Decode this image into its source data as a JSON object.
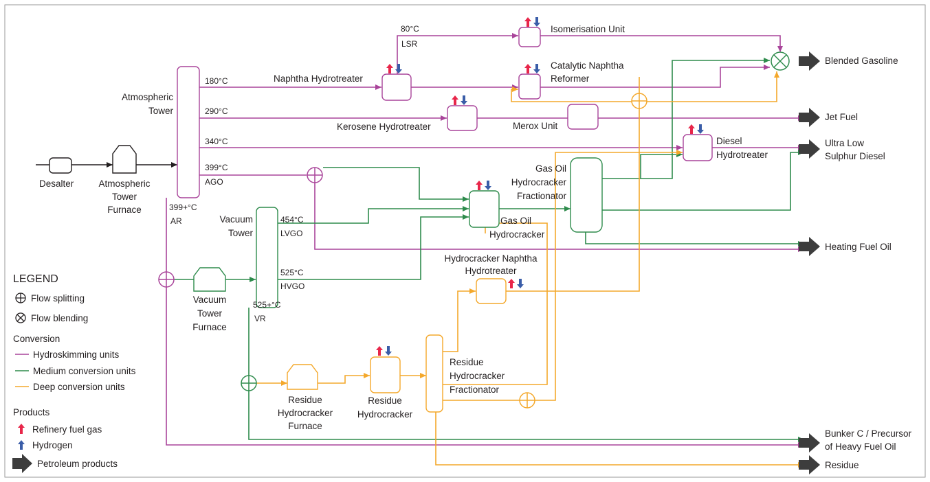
{
  "colors": {
    "hydroskimming": "#a9449a",
    "medium": "#2e8b4c",
    "deep": "#f4a82b",
    "product_arrow": "#3d3d3d",
    "fuel_gas": "#e8264a",
    "hydrogen": "#3a5da8",
    "frame": "#9a9a9a",
    "unit_stroke": "#231f20"
  },
  "units": {
    "desalter": "Desalter",
    "atm_furnace": [
      "Atmospheric",
      "Tower",
      "Furnace"
    ],
    "atm_tower": [
      "Atmospheric",
      "Tower"
    ],
    "naphtha_hydrotreater": "Naphtha Hydrotreater",
    "isomerisation": "Isomerisation Unit",
    "cat_reformer": [
      "Catalytic Naphtha",
      "Reformer"
    ],
    "kerosene_hydrotreater": "Kerosene Hydrotreater",
    "merox": "Merox Unit",
    "diesel_hydrotreater": [
      "Diesel",
      "Hydrotreater"
    ],
    "gas_oil_fractionator": [
      "Gas Oil",
      "Hydrocracker",
      "Fractionator"
    ],
    "gas_oil_hydrocracker": [
      "Gas Oil",
      "Hydrocracker"
    ],
    "vacuum_tower": [
      "Vacuum",
      "Tower"
    ],
    "vacuum_furnace": [
      "Vacuum",
      "Tower",
      "Furnace"
    ],
    "hc_naphtha_hydrotreater": [
      "Hydrocracker Naphtha",
      "Hydrotreater"
    ],
    "residue_fractionator": [
      "Residue",
      "Hydrocracker",
      "Fractionator"
    ],
    "residue_furnace": [
      "Residue",
      "Hydrocracker",
      "Furnace"
    ],
    "residue_hydrocracker": [
      "Residue",
      "Hydrocracker"
    ]
  },
  "streams": {
    "lsr_temp": "80°C",
    "lsr": "LSR",
    "s180": "180°C",
    "s290": "290°C",
    "s340": "340°C",
    "s399": "399°C",
    "ago": "AGO",
    "ar_temp": "399+°C",
    "ar": "AR",
    "lvgo_temp": "454°C",
    "lvgo": "LVGO",
    "hvgo_temp": "525°C",
    "hvgo": "HVGO",
    "vr_temp": "525+°C",
    "vr": "VR"
  },
  "products": {
    "blended_gasoline": "Blended Gasoline",
    "jet_fuel": "Jet Fuel",
    "ulsd": [
      "Ultra Low",
      "Sulphur Diesel"
    ],
    "heating_fuel_oil": "Heating Fuel Oil",
    "bunker": [
      "Bunker C / Precursor",
      "of Heavy Fuel Oil"
    ],
    "residue": "Residue"
  },
  "legend": {
    "title": "LEGEND",
    "flow_splitting": "Flow splitting",
    "flow_blending": "Flow blending",
    "conversion_title": "Conversion",
    "hydroskimming": "Hydroskimming units",
    "medium": "Medium conversion units",
    "deep": "Deep conversion units",
    "products_title": "Products",
    "fuel_gas": "Refinery fuel gas",
    "hydrogen": "Hydrogen",
    "petroleum": "Petroleum products"
  }
}
